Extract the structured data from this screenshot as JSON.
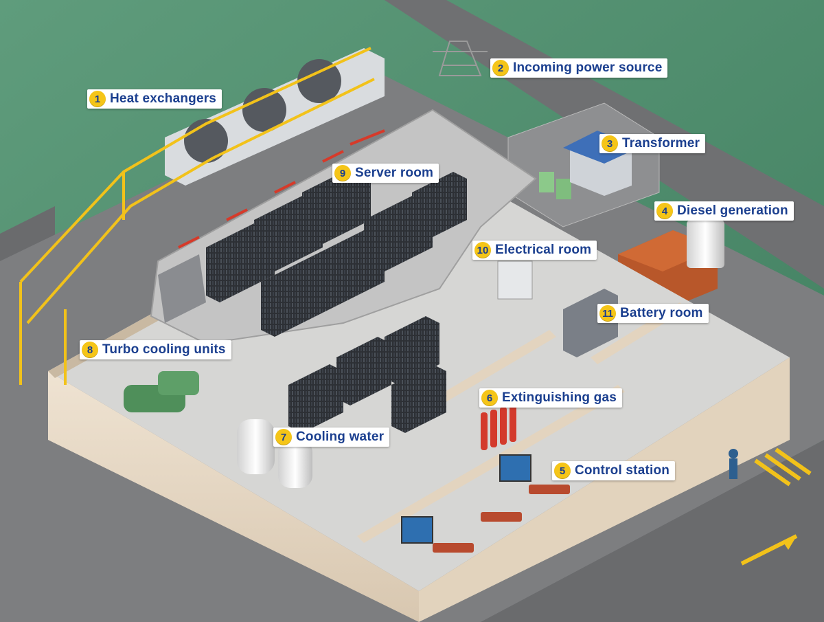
{
  "colors": {
    "grass": "#4f8f6e",
    "road": "#6b6b6b",
    "floor": "#d9d9d6",
    "wall": "#e8d9c6",
    "badge_fill": "#f5c518",
    "label_text": "#1b3f8f",
    "scaffold": "#f2c21a",
    "cooling_pipe": "#d63a2a"
  },
  "callouts": [
    {
      "number": "1",
      "label": "Heat exchangers"
    },
    {
      "number": "2",
      "label": "Incoming power source"
    },
    {
      "number": "3",
      "label": "Transformer"
    },
    {
      "number": "4",
      "label": "Diesel generation"
    },
    {
      "number": "5",
      "label": "Control station"
    },
    {
      "number": "6",
      "label": "Extinguishing gas"
    },
    {
      "number": "7",
      "label": "Cooling water"
    },
    {
      "number": "8",
      "label": "Turbo cooling units"
    },
    {
      "number": "9",
      "label": "Server room"
    },
    {
      "number": "10",
      "label": "Electrical room"
    },
    {
      "number": "11",
      "label": "Battery room"
    }
  ]
}
